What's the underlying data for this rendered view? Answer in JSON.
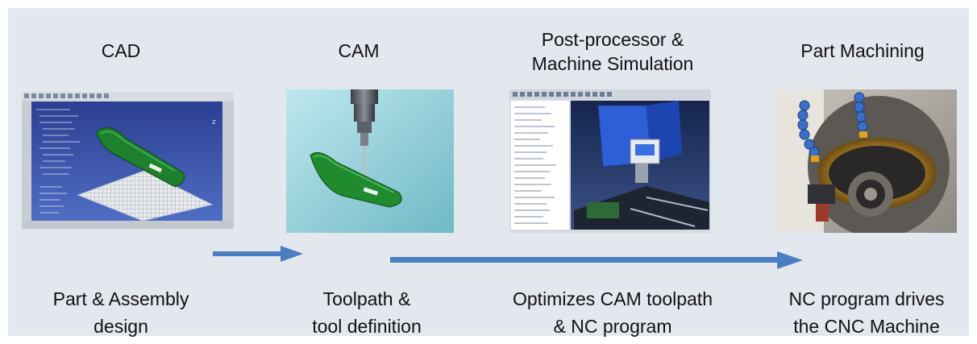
{
  "stages": [
    {
      "title": "CAD",
      "caption_line1": "Part & Assembly",
      "caption_line2": "design",
      "image": "cad-software-screenshot"
    },
    {
      "title": "CAM",
      "caption_line1": "Toolpath &",
      "caption_line2": "tool definition",
      "image": "cam-toolpath-render"
    },
    {
      "title_line1": "Post-processor &",
      "title_line2": "Machine Simulation",
      "caption_line1": "Optimizes CAM toolpath",
      "caption_line2": "& NC program",
      "image": "machine-simulation-screenshot"
    },
    {
      "title": "Part Machining",
      "caption_line1": "NC program drives",
      "caption_line2": "the CNC Machine",
      "image": "cnc-spindle-photo"
    }
  ],
  "colors": {
    "background": "#e3e8ef",
    "arrow": "#4a7ec0",
    "text": "#111111"
  }
}
